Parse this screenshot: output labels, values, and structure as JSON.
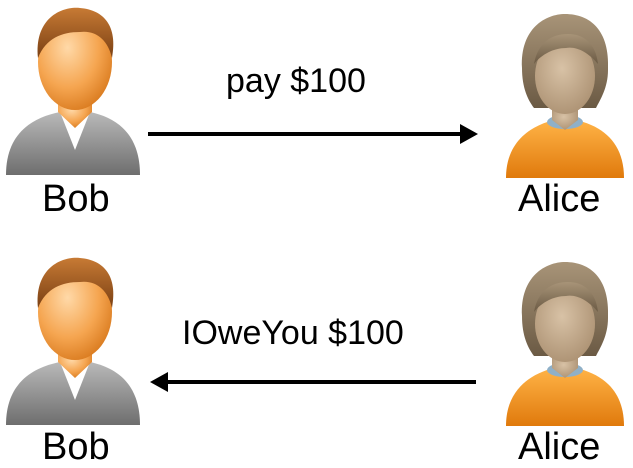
{
  "rows": [
    {
      "left_person": "Bob",
      "right_person": "Alice",
      "message": "pay $100",
      "direction": "left-to-right"
    },
    {
      "left_person": "Bob",
      "right_person": "Alice",
      "message": "IOweYou $100",
      "direction": "right-to-left"
    }
  ],
  "colors": {
    "arrow": "#000000",
    "bob_shirt": "#8c8c8c",
    "alice_shirt": "#f0901a",
    "skin": "#f2a45a"
  },
  "icons": {
    "bob": "male-user-icon",
    "alice": "female-user-icon"
  }
}
